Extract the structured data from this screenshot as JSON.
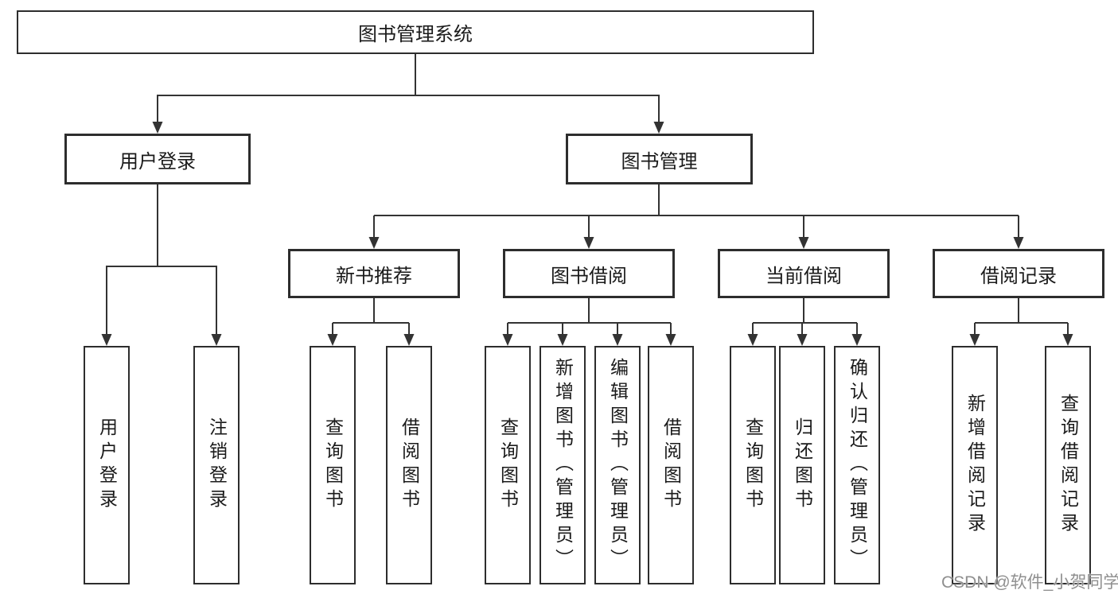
{
  "tree": {
    "label": "图书管理系统",
    "children": [
      {
        "label": "用户登录",
        "children": [
          {
            "label": "用户登录"
          },
          {
            "label": "注销登录"
          }
        ]
      },
      {
        "label": "图书管理",
        "children": [
          {
            "label": "新书推荐",
            "children": [
              {
                "label": "查询图书"
              },
              {
                "label": "借阅图书"
              }
            ]
          },
          {
            "label": "图书借阅",
            "children": [
              {
                "label": "查询图书"
              },
              {
                "label": "新增图书（管理员）"
              },
              {
                "label": "编辑图书（管理员）"
              },
              {
                "label": "借阅图书"
              }
            ]
          },
          {
            "label": "当前借阅",
            "children": [
              {
                "label": "查询图书"
              },
              {
                "label": "归还图书"
              },
              {
                "label": "确认归还（管理员）"
              }
            ]
          },
          {
            "label": "借阅记录",
            "children": [
              {
                "label": "新增借阅记录"
              },
              {
                "label": "查询借阅记录"
              }
            ]
          }
        ]
      }
    ]
  },
  "watermark": {
    "text": "CSDN @软件_小贺同学"
  },
  "colors": {
    "line": "#333333",
    "box_border": "#2d2d2d",
    "text": "#1a1a1a",
    "background": "#ffffff",
    "watermark": "#8f8f8f"
  }
}
